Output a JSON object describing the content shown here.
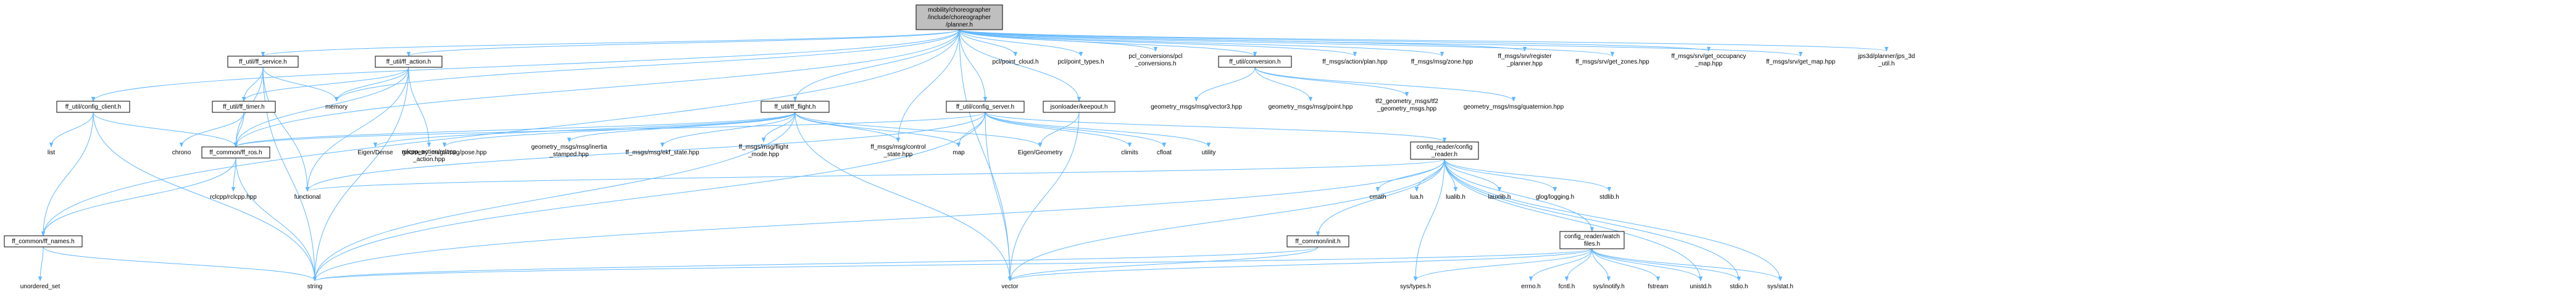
{
  "colors": {
    "edge": "#63b8ff",
    "main_node_fill": "#bfbfbf",
    "node_border": "#000000",
    "background": "#ffffff"
  },
  "diagram": {
    "type": "include-dependency-graph",
    "nodes": [
      {
        "id": "planner",
        "lines": [
          "mobility/choreographer",
          "/include/choreographer",
          "/planner.h"
        ],
        "kind": "main"
      },
      {
        "id": "ff_service",
        "lines": [
          "ff_util/ff_service.h"
        ],
        "kind": "linked"
      },
      {
        "id": "ff_action",
        "lines": [
          "ff_util/ff_action.h"
        ],
        "kind": "linked"
      },
      {
        "id": "ff_flight",
        "lines": [
          "ff_util/ff_flight.h"
        ],
        "kind": "linked"
      },
      {
        "id": "config_server",
        "lines": [
          "ff_util/config_server.h"
        ],
        "kind": "linked"
      },
      {
        "id": "config_client",
        "lines": [
          "ff_util/config_client.h"
        ],
        "kind": "linked"
      },
      {
        "id": "ff_timer",
        "lines": [
          "ff_util/ff_timer.h"
        ],
        "kind": "linked"
      },
      {
        "id": "ff_ros",
        "lines": [
          "ff_common/ff_ros.h"
        ],
        "kind": "linked"
      },
      {
        "id": "ff_names",
        "lines": [
          "ff_common/ff_names.h"
        ],
        "kind": "linked"
      },
      {
        "id": "conversion",
        "lines": [
          "ff_util/conversion.h"
        ],
        "kind": "linked"
      },
      {
        "id": "keepout",
        "lines": [
          "jsonloader/keepout.h"
        ],
        "kind": "linked"
      },
      {
        "id": "config_reader",
        "lines": [
          "config_reader/config",
          "_reader.h"
        ],
        "kind": "linked"
      },
      {
        "id": "watch_files",
        "lines": [
          "config_reader/watch",
          "files.h"
        ],
        "kind": "linked"
      },
      {
        "id": "init",
        "lines": [
          "ff_common/init.h"
        ],
        "kind": "linked"
      },
      {
        "id": "memory",
        "lines": [
          "memory"
        ],
        "kind": "plain"
      },
      {
        "id": "pcl_point_cloud",
        "lines": [
          "pcl/point_cloud.h"
        ],
        "kind": "plain"
      },
      {
        "id": "pcl_point_types",
        "lines": [
          "pcl/point_types.h"
        ],
        "kind": "plain"
      },
      {
        "id": "pcl_conversions",
        "lines": [
          "pcl_conversions/pcl",
          "_conversions.h"
        ],
        "kind": "plain"
      },
      {
        "id": "action_plan",
        "lines": [
          "ff_msgs/action/plan.hpp"
        ],
        "kind": "plain"
      },
      {
        "id": "msg_zone",
        "lines": [
          "ff_msgs/msg/zone.hpp"
        ],
        "kind": "plain"
      },
      {
        "id": "srv_register",
        "lines": [
          "ff_msgs/srv/register",
          "_planner.hpp"
        ],
        "kind": "plain"
      },
      {
        "id": "srv_get_zones",
        "lines": [
          "ff_msgs/srv/get_zones.hpp"
        ],
        "kind": "plain"
      },
      {
        "id": "srv_occupancy",
        "lines": [
          "ff_msgs/srv/get_occupancy",
          "_map.hpp"
        ],
        "kind": "plain"
      },
      {
        "id": "srv_get_map",
        "lines": [
          "ff_msgs/srv/get_map.hpp"
        ],
        "kind": "plain"
      },
      {
        "id": "jps3d",
        "lines": [
          "jps3d/planner/jps_3d",
          "_util.h"
        ],
        "kind": "plain"
      },
      {
        "id": "list",
        "lines": [
          "list"
        ],
        "kind": "plain"
      },
      {
        "id": "chrono",
        "lines": [
          "chrono"
        ],
        "kind": "plain"
      },
      {
        "id": "rclcpp_action",
        "lines": [
          "rclcpp_action/rclcpp",
          "_action.hpp"
        ],
        "kind": "plain"
      },
      {
        "id": "geom_vector3",
        "lines": [
          "geometry_msgs/msg/vector3.hpp"
        ],
        "kind": "plain"
      },
      {
        "id": "geom_point",
        "lines": [
          "geometry_msgs/msg/point.hpp"
        ],
        "kind": "plain"
      },
      {
        "id": "tf2_geom",
        "lines": [
          "tf2_geometry_msgs/tf2",
          "_geometry_msgs.hpp"
        ],
        "kind": "plain"
      },
      {
        "id": "geom_quat",
        "lines": [
          "geometry_msgs/msg/quaternion.hpp"
        ],
        "kind": "plain"
      },
      {
        "id": "eigen_dense",
        "lines": [
          "Eigen/Dense"
        ],
        "kind": "plain"
      },
      {
        "id": "geom_pose",
        "lines": [
          "geometry_msgs/msg/pose.hpp"
        ],
        "kind": "plain"
      },
      {
        "id": "inertia",
        "lines": [
          "geometry_msgs/msg/inertia",
          "_stamped.hpp"
        ],
        "kind": "plain"
      },
      {
        "id": "ekf_state",
        "lines": [
          "ff_msgs/msg/ekf_state.hpp"
        ],
        "kind": "plain"
      },
      {
        "id": "flight_mode",
        "lines": [
          "ff_msgs/msg/flight",
          "_mode.hpp"
        ],
        "kind": "plain"
      },
      {
        "id": "control_state",
        "lines": [
          "ff_msgs/msg/control",
          "_state.hpp"
        ],
        "kind": "plain"
      },
      {
        "id": "map",
        "lines": [
          "map"
        ],
        "kind": "plain"
      },
      {
        "id": "eigen_geom",
        "lines": [
          "Eigen/Geometry"
        ],
        "kind": "plain"
      },
      {
        "id": "climits",
        "lines": [
          "climits"
        ],
        "kind": "plain"
      },
      {
        "id": "cfloat",
        "lines": [
          "cfloat"
        ],
        "kind": "plain"
      },
      {
        "id": "utility",
        "lines": [
          "utility"
        ],
        "kind": "plain"
      },
      {
        "id": "rclcpp",
        "lines": [
          "rclcpp/rclcpp.hpp"
        ],
        "kind": "plain"
      },
      {
        "id": "functional",
        "lines": [
          "functional"
        ],
        "kind": "plain"
      },
      {
        "id": "unordered_set",
        "lines": [
          "unordered_set"
        ],
        "kind": "plain"
      },
      {
        "id": "string",
        "lines": [
          "string"
        ],
        "kind": "plain"
      },
      {
        "id": "vector",
        "lines": [
          "vector"
        ],
        "kind": "plain"
      },
      {
        "id": "cmath",
        "lines": [
          "cmath"
        ],
        "kind": "plain"
      },
      {
        "id": "lua",
        "lines": [
          "lua.h"
        ],
        "kind": "plain"
      },
      {
        "id": "lualib",
        "lines": [
          "lualib.h"
        ],
        "kind": "plain"
      },
      {
        "id": "lauxlib",
        "lines": [
          "lauxlib.h"
        ],
        "kind": "plain"
      },
      {
        "id": "glog",
        "lines": [
          "glog/logging.h"
        ],
        "kind": "plain"
      },
      {
        "id": "stdlib",
        "lines": [
          "stdlib.h"
        ],
        "kind": "plain"
      },
      {
        "id": "sys_types",
        "lines": [
          "sys/types.h"
        ],
        "kind": "plain"
      },
      {
        "id": "errno",
        "lines": [
          "errno.h"
        ],
        "kind": "plain"
      },
      {
        "id": "fcntl",
        "lines": [
          "fcntl.h"
        ],
        "kind": "plain"
      },
      {
        "id": "inotify",
        "lines": [
          "sys/inotify.h"
        ],
        "kind": "plain"
      },
      {
        "id": "fstream",
        "lines": [
          "fstream"
        ],
        "kind": "plain"
      },
      {
        "id": "unistd",
        "lines": [
          "unistd.h"
        ],
        "kind": "plain"
      },
      {
        "id": "stdio",
        "lines": [
          "stdio.h"
        ],
        "kind": "plain"
      },
      {
        "id": "sys_stat",
        "lines": [
          "sys/stat.h"
        ],
        "kind": "plain"
      }
    ],
    "edges": [
      [
        "planner",
        "ff_service"
      ],
      [
        "planner",
        "ff_action"
      ],
      [
        "planner",
        "ff_flight"
      ],
      [
        "planner",
        "config_server"
      ],
      [
        "planner",
        "config_client"
      ],
      [
        "planner",
        "ff_ros"
      ],
      [
        "planner",
        "ff_names"
      ],
      [
        "planner",
        "conversion"
      ],
      [
        "planner",
        "keepout"
      ],
      [
        "planner",
        "memory"
      ],
      [
        "planner",
        "pcl_point_cloud"
      ],
      [
        "planner",
        "pcl_point_types"
      ],
      [
        "planner",
        "pcl_conversions"
      ],
      [
        "planner",
        "action_plan"
      ],
      [
        "planner",
        "msg_zone"
      ],
      [
        "planner",
        "srv_register"
      ],
      [
        "planner",
        "srv_get_zones"
      ],
      [
        "planner",
        "srv_occupancy"
      ],
      [
        "planner",
        "srv_get_map"
      ],
      [
        "planner",
        "jps3d"
      ],
      [
        "planner",
        "control_state"
      ],
      [
        "planner",
        "vector"
      ],
      [
        "ff_service",
        "ff_timer"
      ],
      [
        "ff_service",
        "ff_ros"
      ],
      [
        "ff_service",
        "memory"
      ],
      [
        "ff_service",
        "functional"
      ],
      [
        "ff_service",
        "string"
      ],
      [
        "ff_action",
        "ff_timer"
      ],
      [
        "ff_action",
        "ff_ros"
      ],
      [
        "ff_action",
        "memory"
      ],
      [
        "ff_action",
        "rclcpp_action"
      ],
      [
        "ff_action",
        "functional"
      ],
      [
        "ff_action",
        "string"
      ],
      [
        "ff_timer",
        "ff_ros"
      ],
      [
        "ff_timer",
        "chrono"
      ],
      [
        "config_client",
        "ff_ros"
      ],
      [
        "config_client",
        "ff_names"
      ],
      [
        "config_client",
        "list"
      ],
      [
        "config_client",
        "string"
      ],
      [
        "ff_ros",
        "rclcpp"
      ],
      [
        "ff_ros",
        "ff_names"
      ],
      [
        "ff_ros",
        "string"
      ],
      [
        "ff_names",
        "string"
      ],
      [
        "ff_names",
        "unordered_set"
      ],
      [
        "ff_flight",
        "ff_ros"
      ],
      [
        "ff_flight",
        "eigen_dense"
      ],
      [
        "ff_flight",
        "geom_pose"
      ],
      [
        "ff_flight",
        "inertia"
      ],
      [
        "ff_flight",
        "ekf_state"
      ],
      [
        "ff_flight",
        "flight_mode"
      ],
      [
        "ff_flight",
        "control_state"
      ],
      [
        "ff_flight",
        "map"
      ],
      [
        "ff_flight",
        "eigen_geom"
      ],
      [
        "ff_flight",
        "string"
      ],
      [
        "ff_flight",
        "vector"
      ],
      [
        "config_server",
        "ff_ros"
      ],
      [
        "config_server",
        "config_reader"
      ],
      [
        "config_server",
        "map"
      ],
      [
        "config_server",
        "climits"
      ],
      [
        "config_server",
        "cfloat"
      ],
      [
        "config_server",
        "utility"
      ],
      [
        "config_server",
        "vector"
      ],
      [
        "config_server",
        "string"
      ],
      [
        "config_server",
        "functional"
      ],
      [
        "conversion",
        "geom_vector3"
      ],
      [
        "conversion",
        "geom_point"
      ],
      [
        "conversion",
        "tf2_geom"
      ],
      [
        "conversion",
        "geom_quat"
      ],
      [
        "keepout",
        "eigen_geom"
      ],
      [
        "keepout",
        "vector"
      ],
      [
        "config_reader",
        "init"
      ],
      [
        "config_reader",
        "watch_files"
      ],
      [
        "config_reader",
        "functional"
      ],
      [
        "config_reader",
        "cmath"
      ],
      [
        "config_reader",
        "lua"
      ],
      [
        "config_reader",
        "lualib"
      ],
      [
        "config_reader",
        "lauxlib"
      ],
      [
        "config_reader",
        "glog"
      ],
      [
        "config_reader",
        "stdlib"
      ],
      [
        "config_reader",
        "unistd"
      ],
      [
        "config_reader",
        "stdio"
      ],
      [
        "config_reader",
        "sys_stat"
      ],
      [
        "config_reader",
        "sys_types"
      ],
      [
        "config_reader",
        "string"
      ],
      [
        "config_reader",
        "vector"
      ],
      [
        "init",
        "string"
      ],
      [
        "init",
        "vector"
      ],
      [
        "watch_files",
        "sys_types"
      ],
      [
        "watch_files",
        "errno"
      ],
      [
        "watch_files",
        "fcntl"
      ],
      [
        "watch_files",
        "inotify"
      ],
      [
        "watch_files",
        "fstream"
      ],
      [
        "watch_files",
        "unistd"
      ],
      [
        "watch_files",
        "stdio"
      ],
      [
        "watch_files",
        "sys_stat"
      ],
      [
        "watch_files",
        "string"
      ],
      [
        "watch_files",
        "vector"
      ]
    ]
  }
}
